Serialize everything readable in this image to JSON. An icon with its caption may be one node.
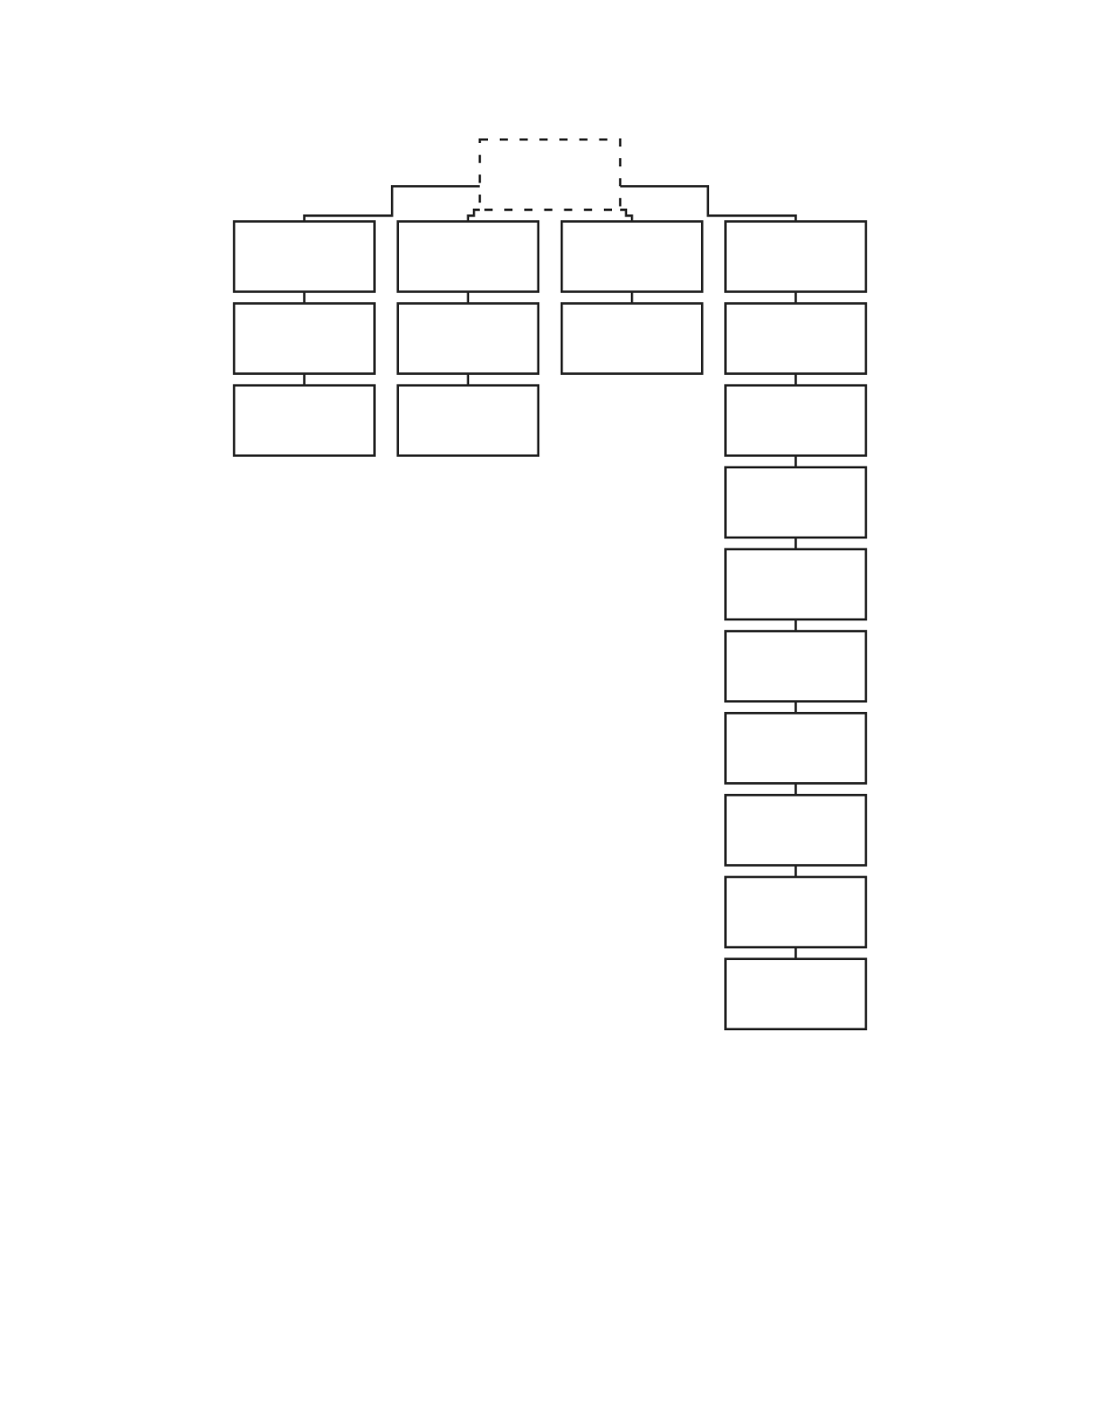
{
  "diagram": {
    "nodes": [
      {
        "text": [],
        "shape": "box"
      },
      {
        "text": [],
        "shape": "box"
      },
      {
        "text": [],
        "shape": "box"
      },
      {
        "text": [],
        "shape": "box"
      },
      {
        "text": [],
        "shape": "box"
      },
      {
        "text": [],
        "shape": "box"
      },
      {
        "text": [],
        "shape": "box"
      },
      {
        "text": [],
        "shape": "box"
      },
      {
        "text": [],
        "shape": "box"
      },
      {
        "text": [],
        "shape": "box"
      },
      {
        "text": [],
        "shape": "box"
      },
      {
        "text": [],
        "shape": "box"
      },
      {
        "text": [],
        "shape": "box"
      },
      {
        "text": [],
        "shape": "box"
      },
      {
        "text": [],
        "shape": "box"
      },
      {
        "text": [],
        "shape": "box"
      },
      {
        "text": [],
        "shape": "box"
      },
      {
        "text": [],
        "shape": "box"
      },
      {
        "text": [],
        "shape": "box"
      }
    ],
    "edges": [
      {
        "from": 0,
        "to": 1,
        "arrow": "none"
      },
      {
        "from": 0,
        "to": 4,
        "arrow": "none"
      },
      {
        "from": 0,
        "to": 7,
        "arrow": "none"
      },
      {
        "from": 0,
        "to": 9,
        "arrow": "none"
      },
      {
        "from": 1,
        "to": 2,
        "arrow": "none"
      },
      {
        "from": 2,
        "to": 3,
        "arrow": "none"
      },
      {
        "from": 4,
        "to": 5,
        "arrow": "none"
      },
      {
        "from": 5,
        "to": 6,
        "arrow": "none"
      },
      {
        "from": 7,
        "to": 8,
        "arrow": "none"
      },
      {
        "from": 9,
        "to": 10,
        "arrow": "none"
      },
      {
        "from": 10,
        "to": 11,
        "arrow": "none"
      },
      {
        "from": 11,
        "to": 12,
        "arrow": "none"
      },
      {
        "from": 12,
        "to": 13,
        "arrow": "none"
      },
      {
        "from": 13,
        "to": 14,
        "arrow": "none"
      },
      {
        "from": 14,
        "to": 15,
        "arrow": "none"
      },
      {
        "from": 15,
        "to": 16,
        "arrow": "none"
      },
      {
        "from": 16,
        "to": 17,
        "arrow": "none"
      },
      {
        "from": 17,
        "to": 18,
        "arrow": "none"
      }
    ]
  }
}
